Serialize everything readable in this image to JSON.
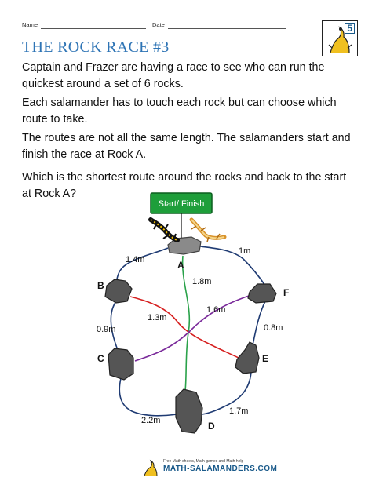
{
  "header": {
    "name_label": "Name",
    "date_label": "Date",
    "grade": "5"
  },
  "title": "THE ROCK RACE #3",
  "paragraphs": [
    "Captain and Frazer are having a race to see who can run the quickest around a set of 6 rocks.",
    "Each salamander has to touch each rock but can choose which route to take.",
    "The routes are not all the same length. The salamanders start and finish the race at Rock A.",
    "Which is the shortest route around the rocks and back to the start at Rock A?"
  ],
  "diagram": {
    "start_box": "Start/ Finish",
    "rocks": {
      "a": "A",
      "b": "B",
      "c": "C",
      "d": "D",
      "e": "E",
      "f": "F"
    },
    "distances": {
      "a_to_b": "1.4m",
      "a_to_f": "1m",
      "a_to_d": "1.8m",
      "b_to_c": "0.9m",
      "b_to_e": "1.3m",
      "c_to_f": "1.6m",
      "f_to_e": "0.8m",
      "c_to_d": "2.2m",
      "d_to_e": "1.7m"
    },
    "colors": {
      "start_box": "#1e9e3a",
      "rock": "#555555",
      "rock_a": "#8a8a8a",
      "path_outer": "#1f3b73",
      "path_green": "#2aa24a",
      "path_red": "#d62020",
      "path_purple": "#7a2a9a"
    }
  },
  "footer": {
    "tagline": "Free Math sheets, Math games and Math help",
    "brand": "MATH-SALAMANDERS.COM"
  }
}
